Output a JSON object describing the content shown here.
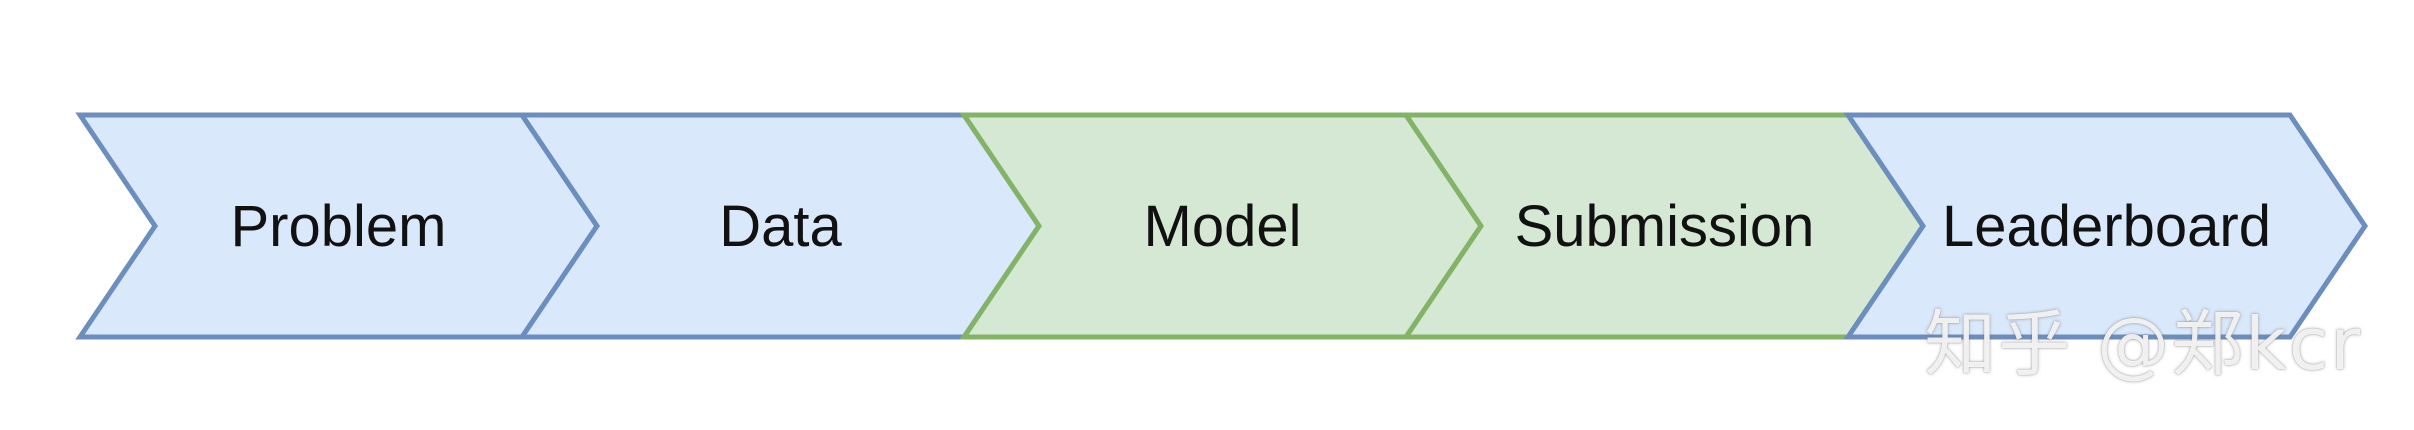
{
  "steps": [
    {
      "label": "Problem",
      "fill": "#dae8fc",
      "stroke": "#6c8ebf"
    },
    {
      "label": "Data",
      "fill": "#dae8fc",
      "stroke": "#6c8ebf"
    },
    {
      "label": "Model",
      "fill": "#d5e8d4",
      "stroke": "#82b366"
    },
    {
      "label": "Submission",
      "fill": "#d5e8d4",
      "stroke": "#82b366"
    },
    {
      "label": "Leaderboard",
      "fill": "#dae8fc",
      "stroke": "#6c8ebf"
    }
  ],
  "watermark": "知乎 @郑kcr"
}
